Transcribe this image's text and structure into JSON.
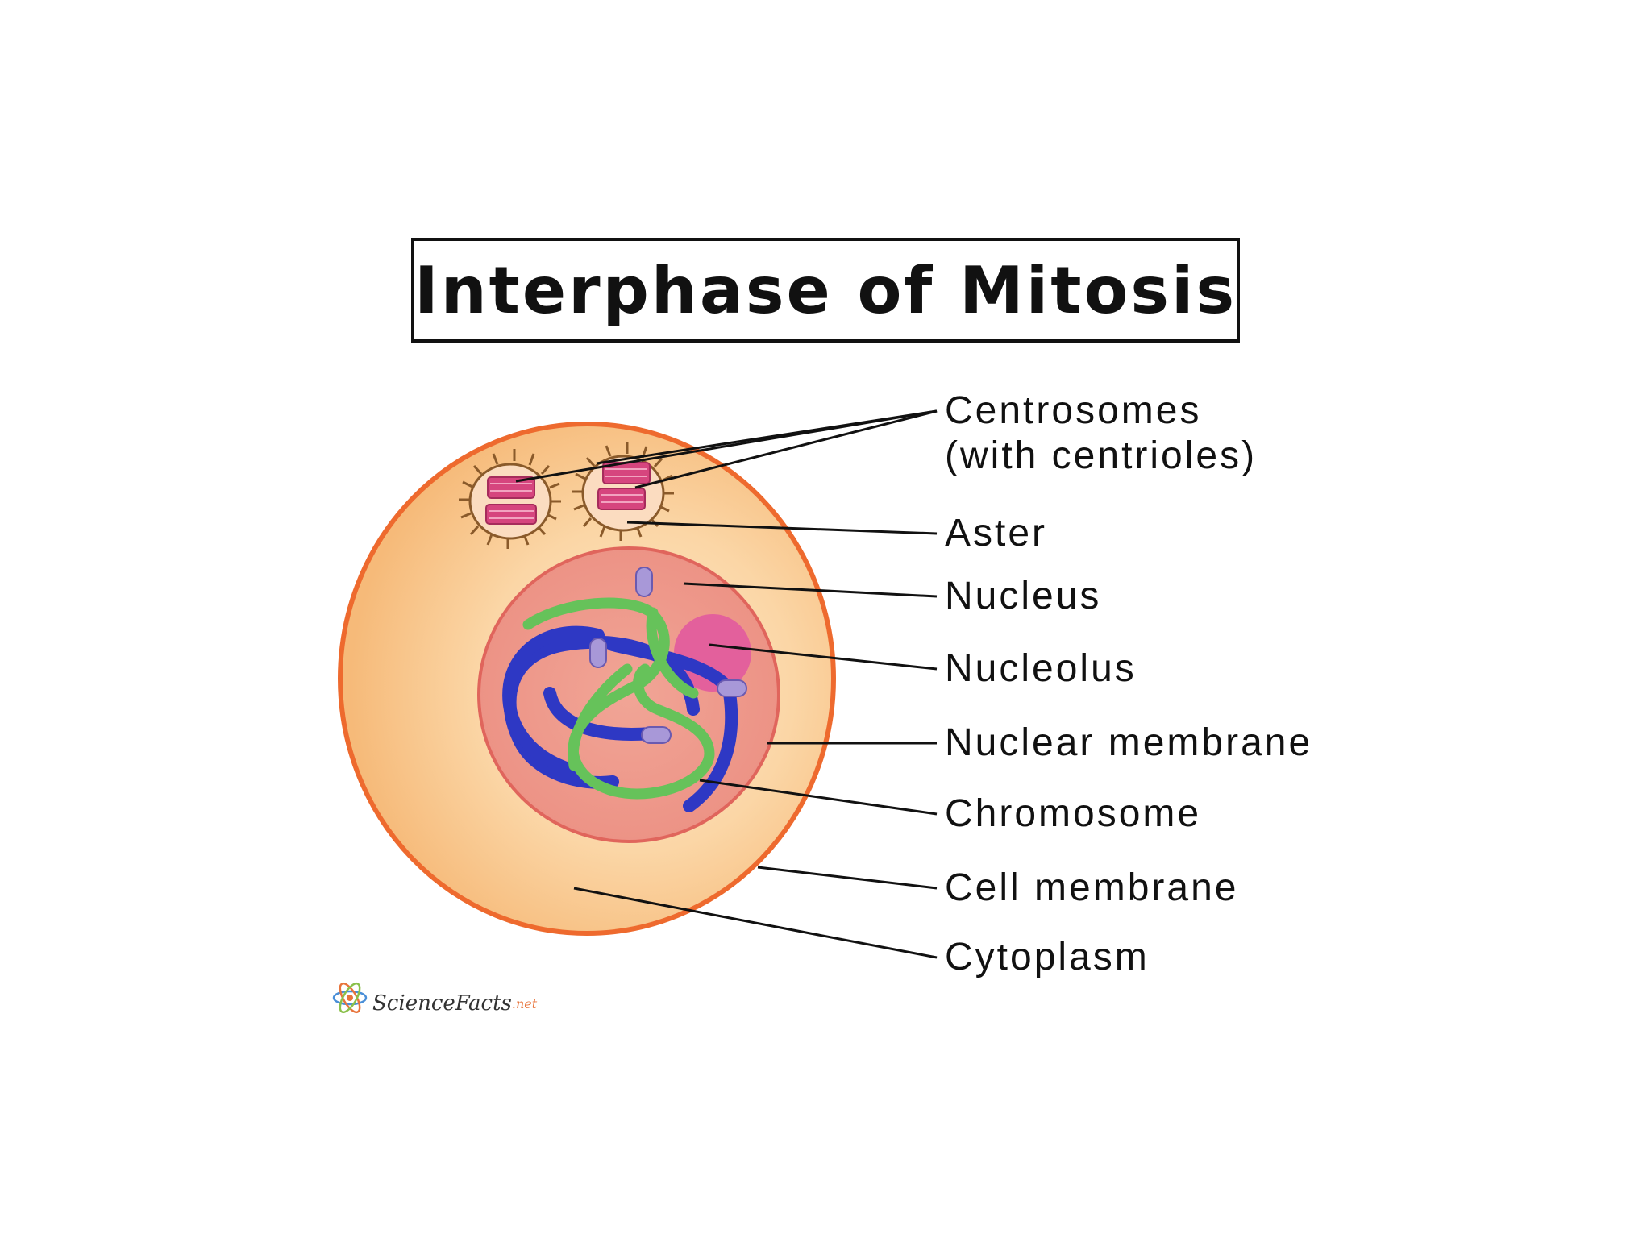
{
  "title": "Interphase of Mitosis",
  "labels": {
    "centrosomes": "Centrosomes",
    "centrosomes_sub": "(with centrioles)",
    "aster": "Aster",
    "nucleus": "Nucleus",
    "nucleolus": "Nucleolus",
    "nuclear_membrane": "Nuclear membrane",
    "chromosome": "Chromosome",
    "cell_membrane": "Cell membrane",
    "cytoplasm": "Cytoplasm"
  },
  "logo": {
    "name": "ScienceFacts",
    "suffix": ".net"
  },
  "colors": {
    "cell_membrane": "#ee6a2e",
    "cytoplasm": "#f9c98e",
    "nucleus": "#ee9a8e",
    "nucleolus": "#e3609c",
    "chromosome_blue": "#2e38c4",
    "chromosome_green": "#66c25a",
    "centriole": "#d6457e",
    "aster": "#8a5a2a",
    "kinetochore": "#a898d8"
  }
}
